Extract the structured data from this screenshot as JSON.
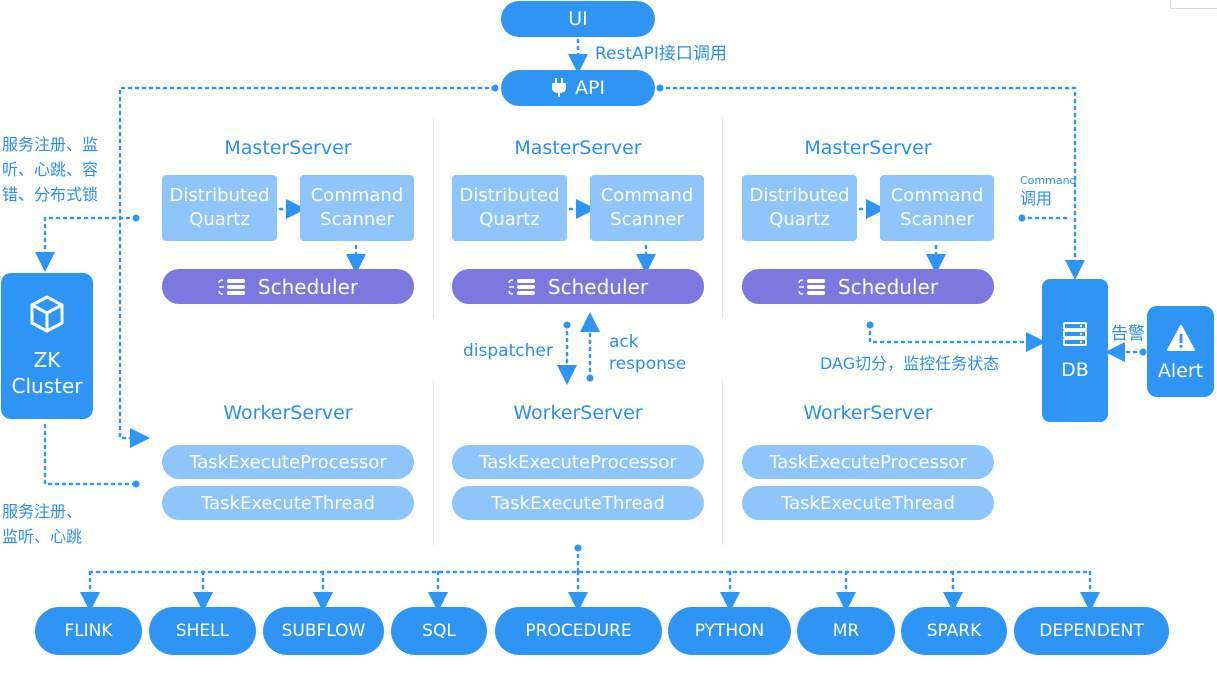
{
  "ui": "UI",
  "restapi": "RestAPI接口调用",
  "api": "API",
  "masters": [
    {
      "title": "MasterServer",
      "dq1": "Distributed",
      "dq2": "Quartz",
      "cs1": "Command",
      "cs2": "Scanner",
      "sched": "Scheduler"
    },
    {
      "title": "MasterServer",
      "dq1": "Distributed",
      "dq2": "Quartz",
      "cs1": "Command",
      "cs2": "Scanner",
      "sched": "Scheduler"
    },
    {
      "title": "MasterServer",
      "dq1": "Distributed",
      "dq2": "Quartz",
      "cs1": "Command",
      "cs2": "Scanner",
      "sched": "Scheduler"
    }
  ],
  "workers": [
    {
      "title": "WorkerServer",
      "p": "TaskExecuteProcessor",
      "t": "TaskExecuteThread"
    },
    {
      "title": "WorkerServer",
      "p": "TaskExecuteProcessor",
      "t": "TaskExecuteThread"
    },
    {
      "title": "WorkerServer",
      "p": "TaskExecuteProcessor",
      "t": "TaskExecuteThread"
    }
  ],
  "notes": {
    "left_top": [
      "服务注册、监",
      "听、心跳、容",
      "错、分布式锁"
    ],
    "left_bottom": [
      "服务注册、",
      "监听、心跳"
    ],
    "dispatcher": "dispatcher",
    "ack": "ack",
    "response": "response",
    "command_small": "Command",
    "command_call": "调用",
    "dag": "DAG切分，监控任务状态",
    "alarm": "告警"
  },
  "zk": {
    "line1": "ZK",
    "line2": "Cluster"
  },
  "db": "DB",
  "alert": "Alert",
  "tasks": [
    "FLINK",
    "SHELL",
    "SUBFLOW",
    "SQL",
    "PROCEDURE",
    "PYTHON",
    "MR",
    "SPARK",
    "DEPENDENT"
  ],
  "colors": {
    "primary": "#2e95f5",
    "light": "#8ec6fb",
    "scheduler": "#7b78e0",
    "text": "#2e8fe8"
  }
}
